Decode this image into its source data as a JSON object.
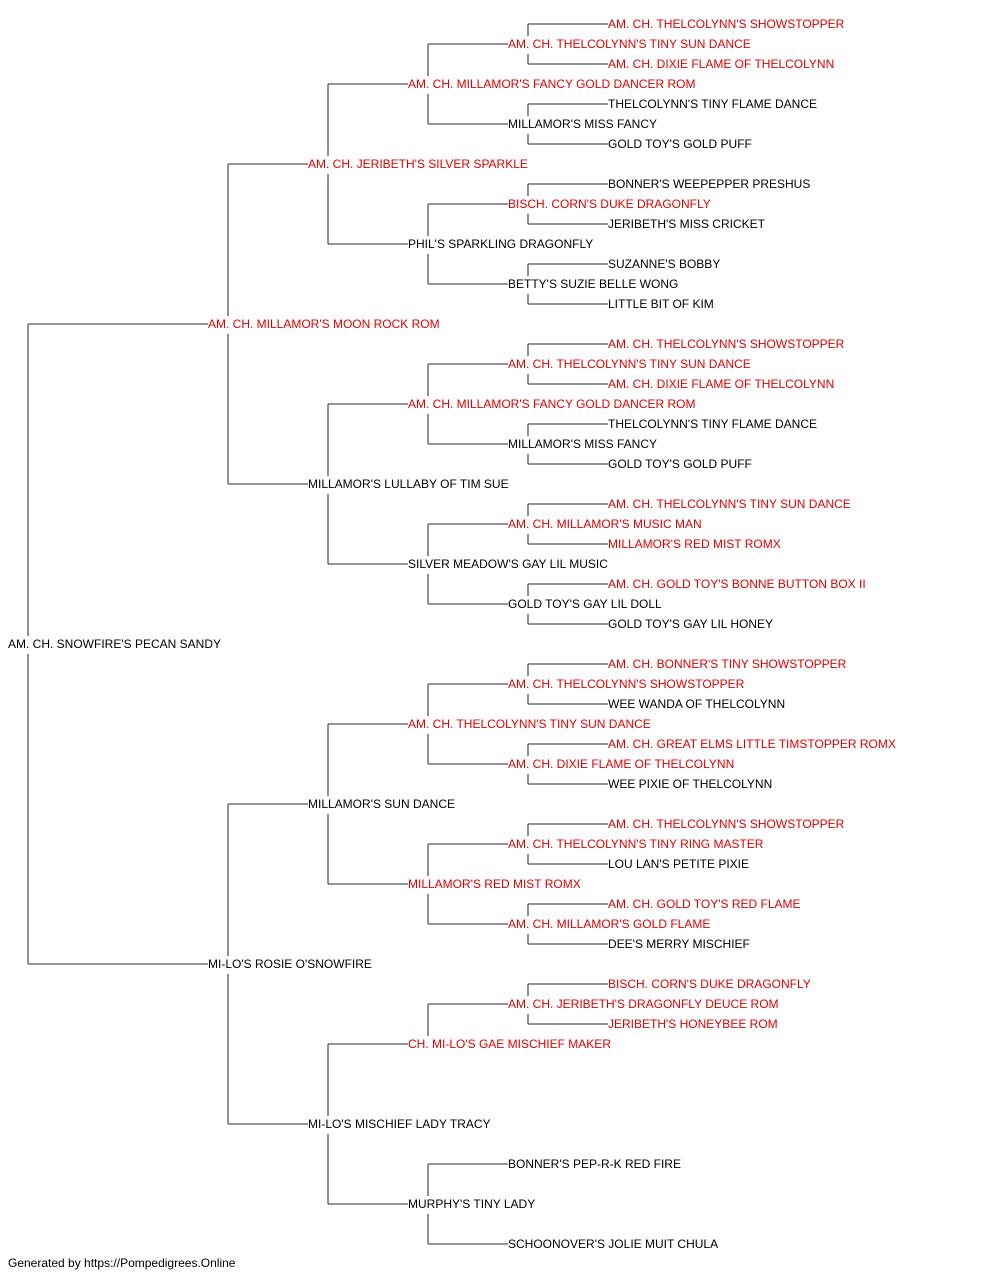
{
  "colors": {
    "champion": "#e00000",
    "normal": "#000000",
    "line": "#555555"
  },
  "pedigree": {
    "name": "AM. CH. SNOWFIRE'S PECAN SANDY",
    "ch": false,
    "sire": {
      "name": "AM. CH. MILLAMOR'S MOON ROCK ROM",
      "ch": true,
      "sire": {
        "name": "AM. CH. JERIBETH'S SILVER SPARKLE",
        "ch": true,
        "sire": {
          "name": "AM. CH. MILLAMOR'S FANCY GOLD DANCER ROM",
          "ch": true,
          "sire": {
            "name": "AM. CH. THELCOLYNN'S TINY SUN DANCE",
            "ch": true,
            "sire": {
              "name": "AM. CH. THELCOLYNN'S SHOWSTOPPER",
              "ch": true
            },
            "dam": {
              "name": "AM. CH. DIXIE FLAME OF THELCOLYNN",
              "ch": true
            }
          },
          "dam": {
            "name": "MILLAMOR'S MISS FANCY",
            "ch": false,
            "sire": {
              "name": "THELCOLYNN'S TINY FLAME DANCE",
              "ch": false
            },
            "dam": {
              "name": "GOLD TOY'S GOLD PUFF",
              "ch": false
            }
          }
        },
        "dam": {
          "name": "PHIL'S SPARKLING DRAGONFLY",
          "ch": false,
          "sire": {
            "name": "BISCH. CORN'S DUKE DRAGONFLY",
            "ch": true,
            "sire": {
              "name": "BONNER'S WEEPEPPER PRESHUS",
              "ch": false
            },
            "dam": {
              "name": "JERIBETH'S MISS CRICKET",
              "ch": false
            }
          },
          "dam": {
            "name": "BETTY'S SUZIE BELLE WONG",
            "ch": false,
            "sire": {
              "name": "SUZANNE'S BOBBY",
              "ch": false
            },
            "dam": {
              "name": "LITTLE BIT OF KIM",
              "ch": false
            }
          }
        }
      },
      "dam": {
        "name": "MILLAMOR'S LULLABY OF TIM SUE",
        "ch": false,
        "sire": {
          "name": "AM. CH. MILLAMOR'S FANCY GOLD DANCER ROM",
          "ch": true,
          "sire": {
            "name": "AM. CH. THELCOLYNN'S TINY SUN DANCE",
            "ch": true,
            "sire": {
              "name": "AM. CH. THELCOLYNN'S SHOWSTOPPER",
              "ch": true
            },
            "dam": {
              "name": "AM. CH. DIXIE FLAME OF THELCOLYNN",
              "ch": true
            }
          },
          "dam": {
            "name": "MILLAMOR'S MISS FANCY",
            "ch": false,
            "sire": {
              "name": "THELCOLYNN'S TINY FLAME DANCE",
              "ch": false
            },
            "dam": {
              "name": "GOLD TOY'S GOLD PUFF",
              "ch": false
            }
          }
        },
        "dam": {
          "name": "SILVER MEADOW'S GAY LIL MUSIC",
          "ch": false,
          "sire": {
            "name": "AM. CH. MILLAMOR'S MUSIC MAN",
            "ch": true,
            "sire": {
              "name": "AM. CH. THELCOLYNN'S TINY SUN DANCE",
              "ch": true
            },
            "dam": {
              "name": "MILLAMOR'S RED MIST ROMX",
              "ch": true
            }
          },
          "dam": {
            "name": "GOLD TOY'S GAY LIL DOLL",
            "ch": false,
            "sire": {
              "name": "AM. CH. GOLD TOY'S BONNE BUTTON BOX II",
              "ch": true
            },
            "dam": {
              "name": "GOLD TOY'S GAY LIL HONEY",
              "ch": false
            }
          }
        }
      }
    },
    "dam": {
      "name": "MI-LO'S ROSIE O'SNOWFIRE",
      "ch": false,
      "sire": {
        "name": "MILLAMOR'S SUN DANCE",
        "ch": false,
        "sire": {
          "name": "AM. CH. THELCOLYNN'S TINY SUN DANCE",
          "ch": true,
          "sire": {
            "name": "AM. CH. THELCOLYNN'S SHOWSTOPPER",
            "ch": true,
            "sire": {
              "name": "AM. CH. BONNER'S TINY SHOWSTOPPER",
              "ch": true
            },
            "dam": {
              "name": "WEE WANDA OF THELCOLYNN",
              "ch": false
            }
          },
          "dam": {
            "name": "AM. CH. DIXIE FLAME OF THELCOLYNN",
            "ch": true,
            "sire": {
              "name": "AM. CH. GREAT ELMS LITTLE TIMSTOPPER ROMX",
              "ch": true
            },
            "dam": {
              "name": "WEE PIXIE OF THELCOLYNN",
              "ch": false
            }
          }
        },
        "dam": {
          "name": "MILLAMOR'S RED MIST ROMX",
          "ch": true,
          "sire": {
            "name": "AM. CH. THELCOLYNN'S TINY RING MASTER",
            "ch": true,
            "sire": {
              "name": "AM. CH. THELCOLYNN'S SHOWSTOPPER",
              "ch": true
            },
            "dam": {
              "name": "LOU LAN'S PETITE PIXIE",
              "ch": false
            }
          },
          "dam": {
            "name": "AM. CH. MILLAMOR'S GOLD FLAME",
            "ch": true,
            "sire": {
              "name": "AM. CH. GOLD TOY'S RED FLAME",
              "ch": true
            },
            "dam": {
              "name": "DEE'S MERRY MISCHIEF",
              "ch": false
            }
          }
        }
      },
      "dam": {
        "name": "MI-LO'S MISCHIEF LADY TRACY",
        "ch": false,
        "sire": {
          "name": "CH. MI-LO'S GAE MISCHIEF MAKER",
          "ch": true,
          "sire": {
            "name": "AM. CH. JERIBETH'S DRAGONFLY DEUCE ROM",
            "ch": true,
            "sire": {
              "name": "BISCH. CORN'S DUKE DRAGONFLY",
              "ch": true
            },
            "dam": {
              "name": "JERIBETH'S HONEYBEE ROM",
              "ch": true
            }
          }
        },
        "dam": {
          "name": "MURPHY'S TINY LADY",
          "ch": false,
          "sire": {
            "name": "BONNER'S PEP-R-K RED FIRE",
            "ch": false
          },
          "dam": {
            "name": "SCHOONOVER'S JOLIE MUIT CHULA",
            "ch": false
          }
        }
      }
    }
  },
  "footer": "Generated by https://Pompedigrees.Online"
}
